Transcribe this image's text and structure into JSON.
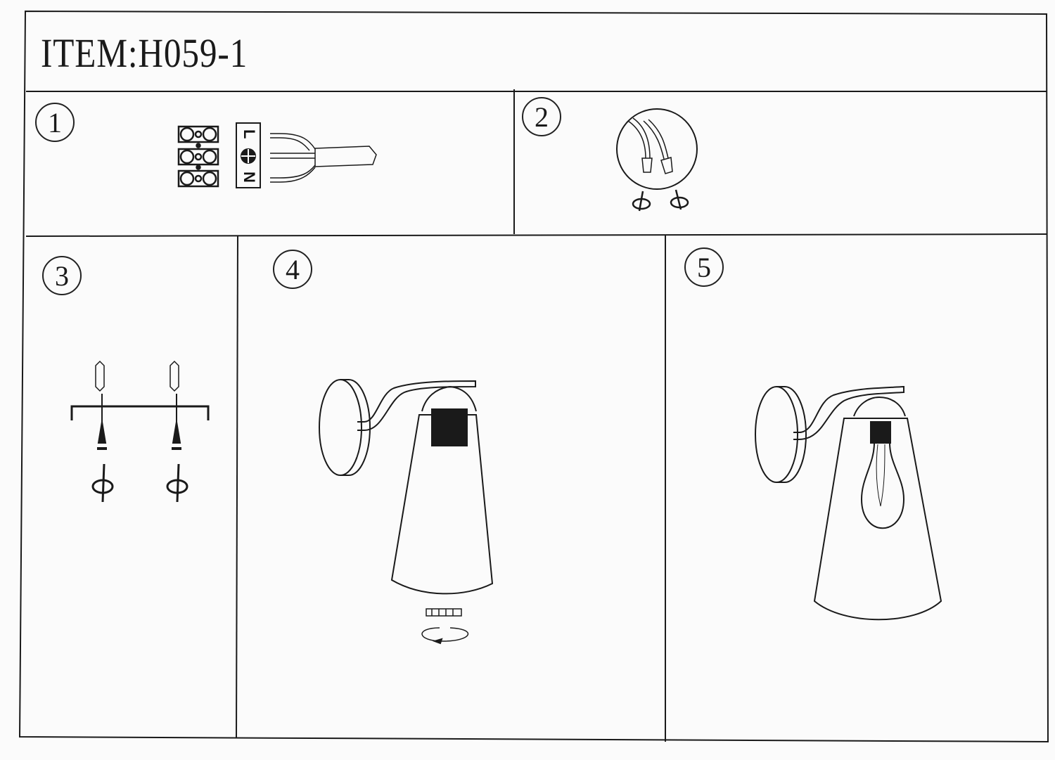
{
  "header": {
    "title": "ITEM:H059-1"
  },
  "steps": [
    {
      "number": "1",
      "description_labels": {
        "live": "L",
        "neutral": "N"
      }
    },
    {
      "number": "2"
    },
    {
      "number": "3"
    },
    {
      "number": "4"
    },
    {
      "number": "5"
    }
  ],
  "colors": {
    "line": "#1a1a1a",
    "paper": "#fbfbfb"
  }
}
